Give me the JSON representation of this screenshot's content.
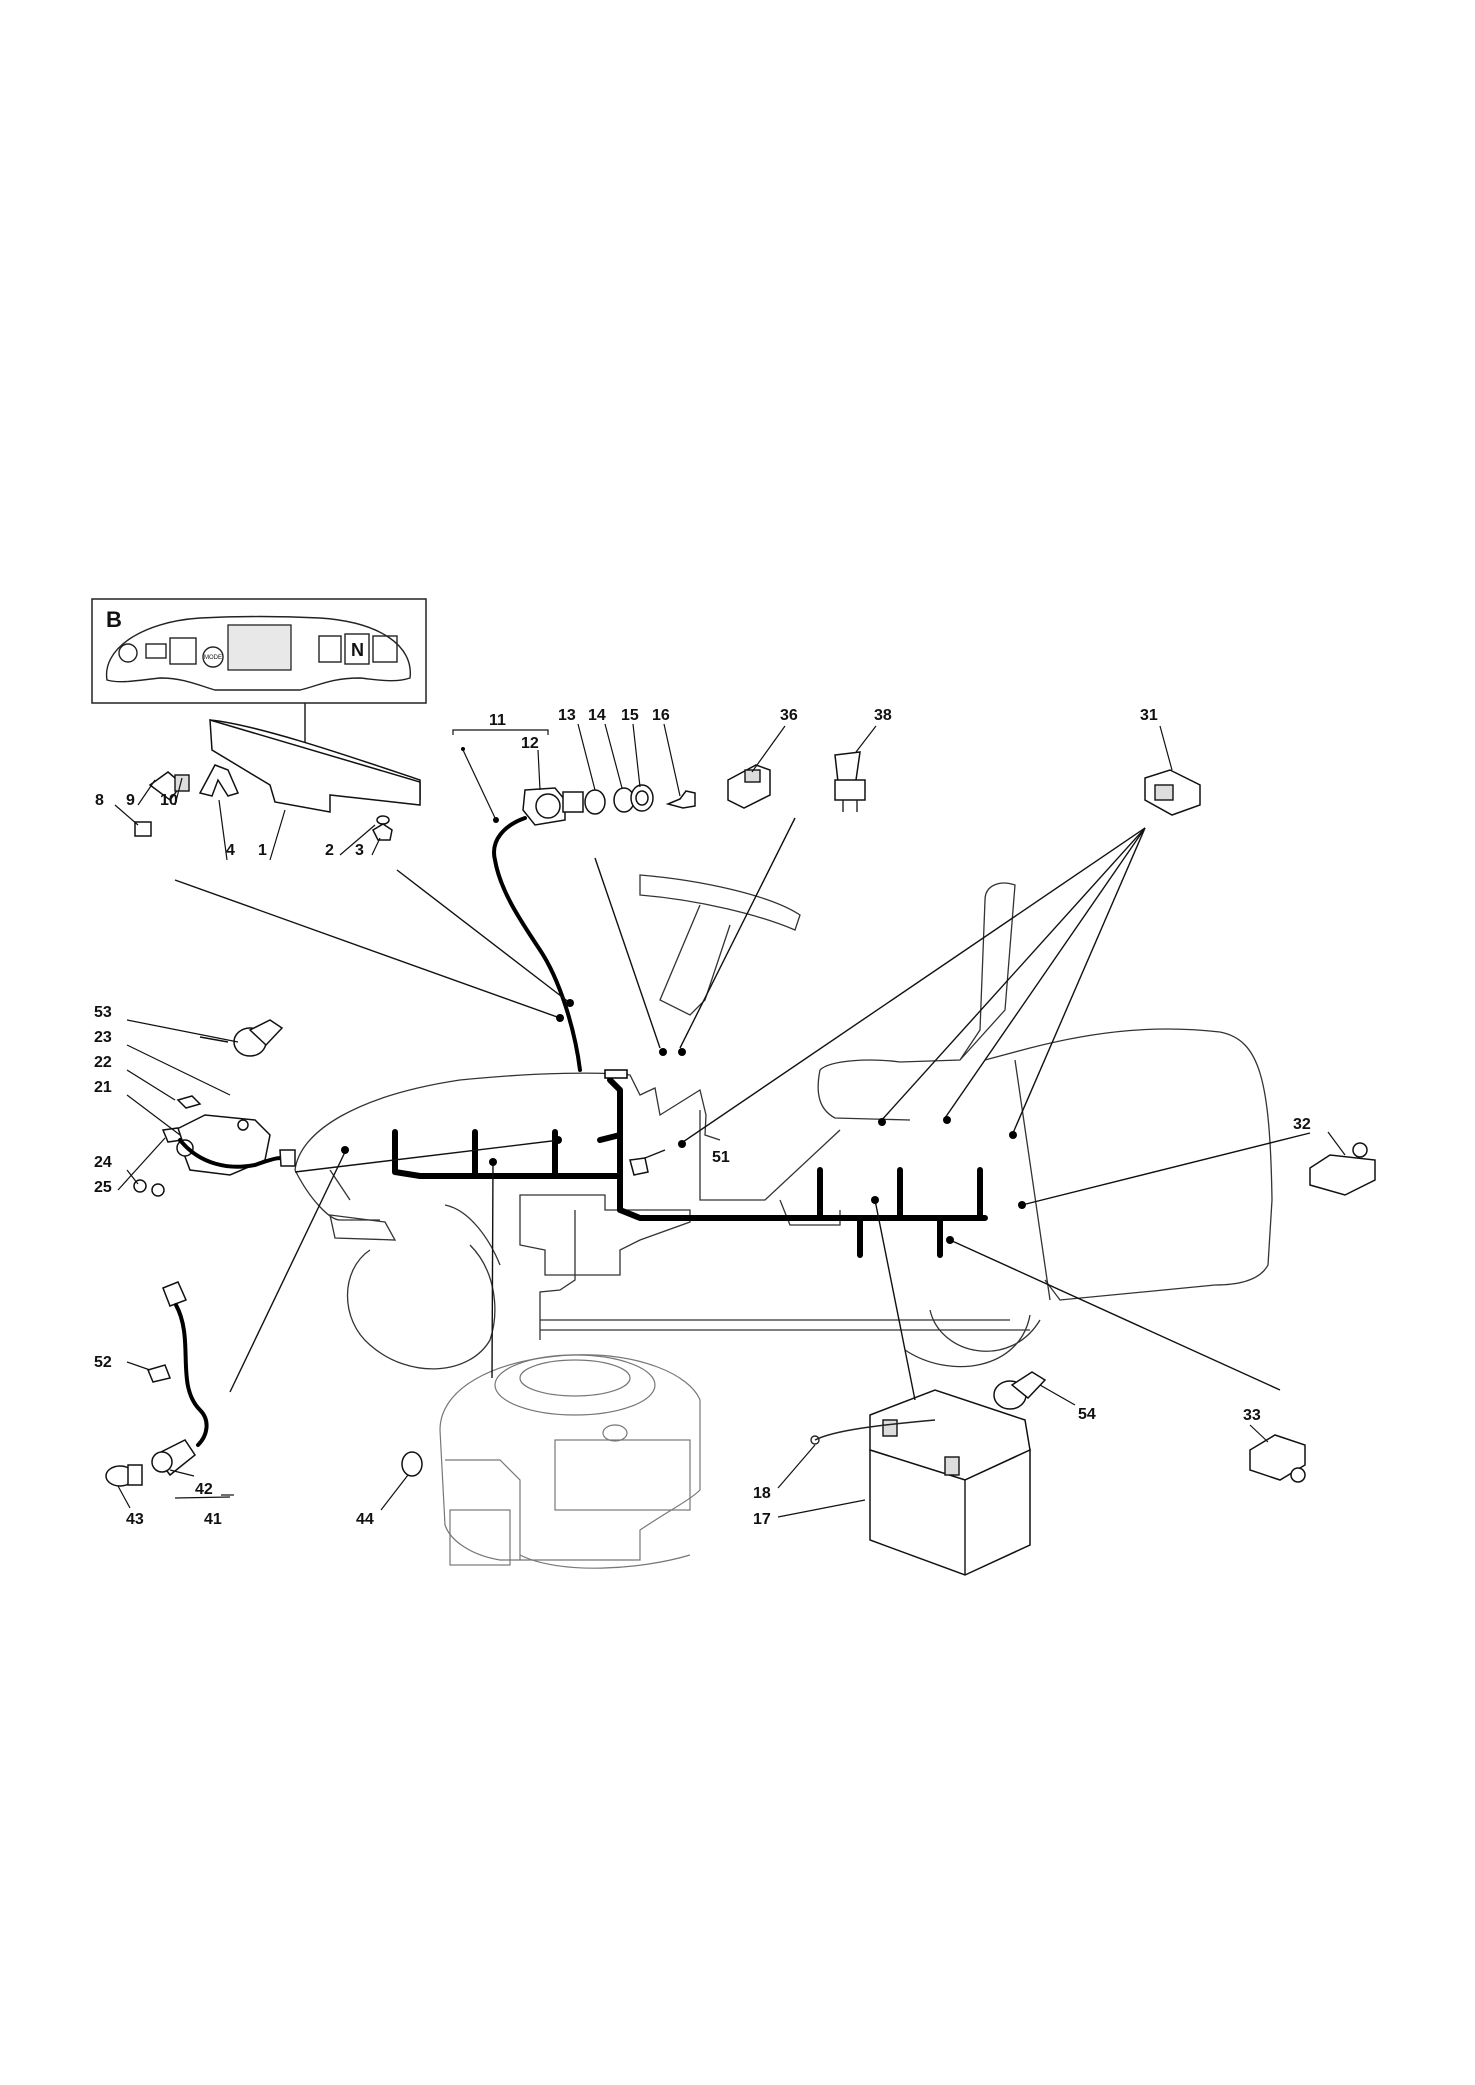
{
  "inset": {
    "label": "B",
    "neutral_glyph": "N",
    "small_button_text": "MODE"
  },
  "callouts": [
    {
      "id": "c8",
      "text": "8"
    },
    {
      "id": "c9",
      "text": "9"
    },
    {
      "id": "c10",
      "text": "10"
    },
    {
      "id": "c4",
      "text": "4"
    },
    {
      "id": "c1",
      "text": "1"
    },
    {
      "id": "c2",
      "text": "2"
    },
    {
      "id": "c3",
      "text": "3"
    },
    {
      "id": "c11",
      "text": "11"
    },
    {
      "id": "c12",
      "text": "12"
    },
    {
      "id": "c13",
      "text": "13"
    },
    {
      "id": "c14",
      "text": "14"
    },
    {
      "id": "c15",
      "text": "15"
    },
    {
      "id": "c16",
      "text": "16"
    },
    {
      "id": "c36",
      "text": "36"
    },
    {
      "id": "c38",
      "text": "38"
    },
    {
      "id": "c31",
      "text": "31"
    },
    {
      "id": "c53",
      "text": "53"
    },
    {
      "id": "c23",
      "text": "23"
    },
    {
      "id": "c22",
      "text": "22"
    },
    {
      "id": "c21",
      "text": "21"
    },
    {
      "id": "c24",
      "text": "24"
    },
    {
      "id": "c25",
      "text": "25"
    },
    {
      "id": "c51",
      "text": "51"
    },
    {
      "id": "c32",
      "text": "32"
    },
    {
      "id": "c52",
      "text": "52"
    },
    {
      "id": "c42",
      "text": "42"
    },
    {
      "id": "c43",
      "text": "43"
    },
    {
      "id": "c41",
      "text": "41"
    },
    {
      "id": "c44",
      "text": "44"
    },
    {
      "id": "c54",
      "text": "54"
    },
    {
      "id": "c18",
      "text": "18"
    },
    {
      "id": "c17",
      "text": "17"
    },
    {
      "id": "c33",
      "text": "33"
    }
  ],
  "icons": {
    "dashboard": "dashboard-panel-icon",
    "ignition": "ignition-switch-icon",
    "battery": "battery-icon",
    "engine": "engine-icon",
    "switch": "rocker-switch-icon",
    "bulb": "bulb-icon"
  }
}
